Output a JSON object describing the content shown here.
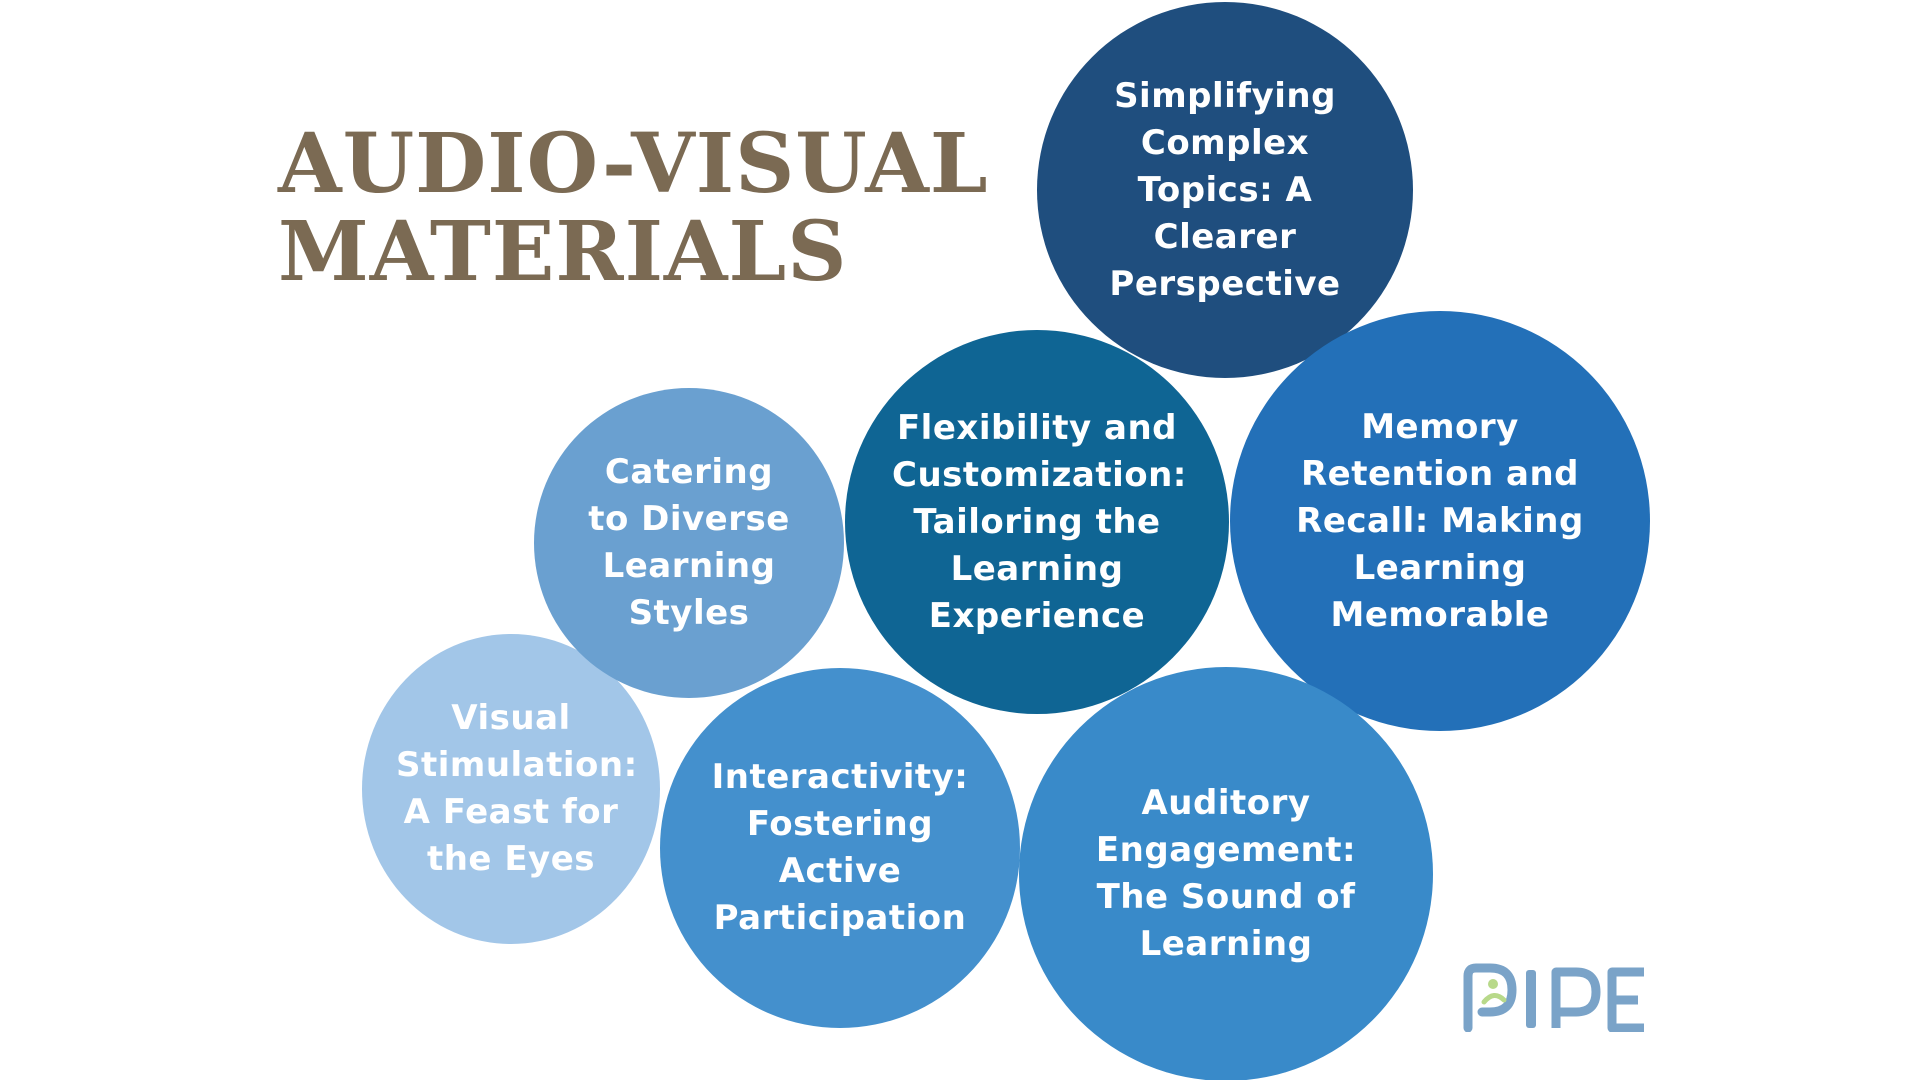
{
  "title": {
    "line1": "AUDIO-VISUAL",
    "line2": "MATERIALS",
    "color": "#7b6a53"
  },
  "bubbles": [
    {
      "id": "simplify",
      "text": "Simplifying Complex Topics: A Clearer Perspective",
      "color": "#1f4e7e"
    },
    {
      "id": "flex",
      "text": "Flexibility and Customization: Tailoring the Learning Experience",
      "color": "#0f6594"
    },
    {
      "id": "memory",
      "text": "Memory Retention and Recall: Making Learning Memorable",
      "color": "#2370b8"
    },
    {
      "id": "catering",
      "text": "Catering to Diverse Learning Styles",
      "color": "#6aa0d0"
    },
    {
      "id": "visual",
      "text": "Visual Stimulation: A Feast for the Eyes",
      "color": "#a2c6e8"
    },
    {
      "id": "interact",
      "text": "Interactivity: Fostering Active Participation",
      "color": "#4490cd"
    },
    {
      "id": "auditory",
      "text": "Auditory Engagement: The Sound of Learning",
      "color": "#398ac9"
    }
  ],
  "logo": {
    "text": "PIPE",
    "icon": "pipe-logo",
    "color_main": "#7aa3c8",
    "color_accent": "#b8d98a"
  }
}
